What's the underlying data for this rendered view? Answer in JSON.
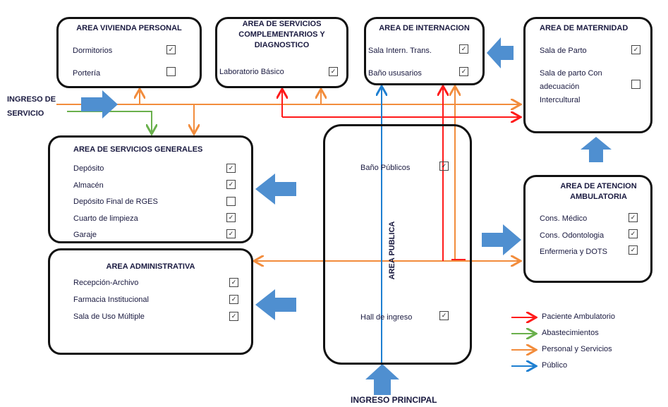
{
  "areas": {
    "vivienda": {
      "title": "AREA VIVIENDA PERSONAL",
      "items": [
        {
          "label": "Dormitorios",
          "checked": true
        },
        {
          "label": "Portería",
          "checked": false
        }
      ]
    },
    "complementarios": {
      "title": "AREA DE SERVICIOS COMPLEMENTARIOS Y DIAGNOSTICO",
      "items": [
        {
          "label": "Laboratorio Básico",
          "checked": true
        }
      ]
    },
    "internacion": {
      "title": "AREA DE INTERNACION",
      "items": [
        {
          "label": "Sala Intern. Trans.",
          "checked": true
        },
        {
          "label": "Baño ususarios",
          "checked": true
        }
      ]
    },
    "maternidad": {
      "title": "AREA DE MATERNIDAD",
      "items": [
        {
          "label": "Sala de Parto",
          "checked": true
        },
        {
          "label": "Sala de parto Con adecuación Intercultural",
          "checked": false
        }
      ]
    },
    "generales": {
      "title": "AREA DE SERVICIOS GENERALES",
      "items": [
        {
          "label": "Depósito",
          "checked": true
        },
        {
          "label": "Almacén",
          "checked": true
        },
        {
          "label": "Depósito Final de RGES",
          "checked": false
        },
        {
          "label": "Cuarto de limpieza",
          "checked": true
        },
        {
          "label": "Garaje",
          "checked": true
        }
      ]
    },
    "administrativa": {
      "title": "AREA ADMINISTRATIVA",
      "items": [
        {
          "label": "Recepción-Archivo",
          "checked": true
        },
        {
          "label": "Farmacia Institucional",
          "checked": true
        },
        {
          "label": "Sala de Uso Múltiple",
          "checked": true
        }
      ]
    },
    "publica": {
      "title": "AREA PUBLICA",
      "items": [
        {
          "label": "Baño Públicos",
          "checked": true
        },
        {
          "label": "Hall de ingreso",
          "checked": true
        }
      ]
    },
    "ambulatoria": {
      "title": "AREA DE ATENCION AMBULATORIA",
      "items": [
        {
          "label": "Cons. Médico",
          "checked": true
        },
        {
          "label": "Cons. Odontologia",
          "checked": true
        },
        {
          "label": "Enfermeria y DOTS",
          "checked": true
        }
      ]
    }
  },
  "entrances": {
    "servicio": "INGRESO DE SERVICIO",
    "principal": "INGRESO PRINCIPAL"
  },
  "legend": [
    {
      "label": "Paciente Ambulatorio",
      "color": "#ff1a1a"
    },
    {
      "label": "Abastecimientos",
      "color": "#6ab04c"
    },
    {
      "label": "Personal y Servicios",
      "color": "#f28c3c"
    },
    {
      "label": "Público",
      "color": "#1e7fd1"
    }
  ],
  "check_glyph": "✓",
  "arrow_color": "#4f8fd0"
}
